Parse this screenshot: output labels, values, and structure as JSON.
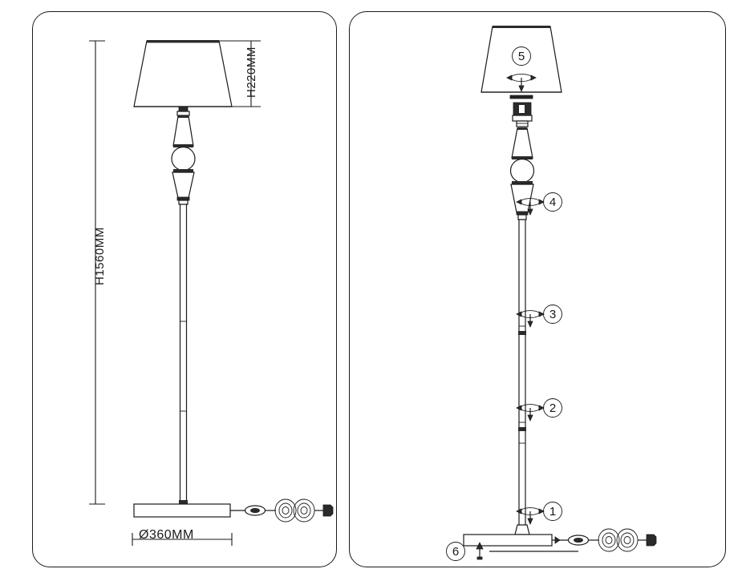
{
  "drawing": {
    "title": "Floor lamp technical drawing",
    "panels": [
      {
        "id": "left",
        "name": "dimensions-view"
      },
      {
        "id": "right",
        "name": "assembly-exploded-view"
      }
    ]
  },
  "dimensions": {
    "total_height": "H1560MM",
    "shade_height": "H220MM",
    "base_diameter": "Ø360MM"
  },
  "callouts": [
    {
      "number": "1",
      "icon": "screw-icon",
      "target": "base-to-lower-stem-joint"
    },
    {
      "number": "2",
      "icon": "screw-icon",
      "target": "lower-stem-joint"
    },
    {
      "number": "3",
      "icon": "screw-icon",
      "target": "mid-stem-joint"
    },
    {
      "number": "4",
      "icon": "screw-icon",
      "target": "upper-stem-to-body-joint"
    },
    {
      "number": "5",
      "icon": "screw-icon",
      "target": "shade-finial-fastener"
    },
    {
      "number": "6",
      "icon": "arrow-up-icon",
      "target": "base-underside-pads"
    }
  ],
  "parts": {
    "shade": "lamp-shade",
    "socket": "lamp-socket",
    "body_upper_cone": "decorative-upper-cone",
    "body_sphere": "decorative-sphere",
    "body_lower_cone": "decorative-lower-cone",
    "stem": "floor-lamp-stem",
    "base": "floor-lamp-base",
    "cord": "power-cord",
    "inline_switch": "inline-foot-switch",
    "cord_coil": "coiled-cord",
    "plug": "power-plug"
  },
  "colors": {
    "line": "#1a1a1a",
    "fill_dark": "#2b2b2b",
    "background": "#ffffff"
  }
}
